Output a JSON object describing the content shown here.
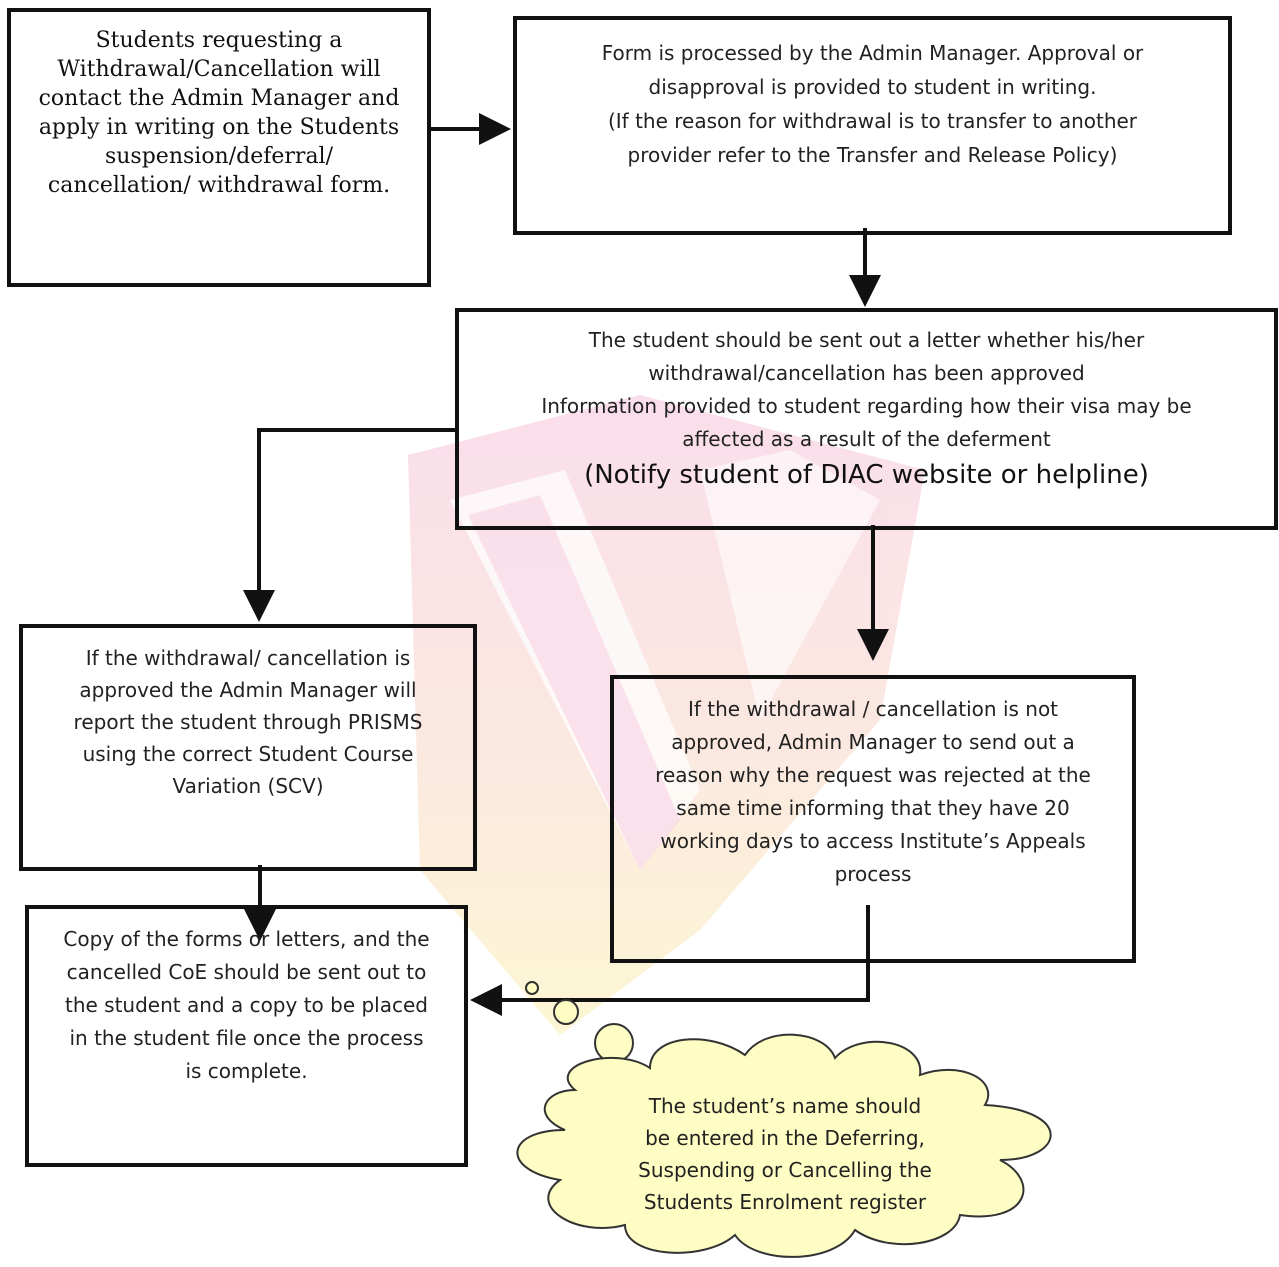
{
  "steps": {
    "request": {
      "lines": [
        "Students requesting a",
        "Withdrawal/Cancellation will",
        "contact the Admin Manager and",
        "apply in writing on the Students",
        "suspension/deferral/",
        "cancellation/ withdrawal form."
      ]
    },
    "processing": {
      "lines": [
        "Form is processed by the Admin Manager. Approval or",
        "disapproval is provided to student in writing.",
        "(If the reason for withdrawal is to transfer to another",
        "provider refer to the Transfer and Release Policy)"
      ]
    },
    "letter": {
      "lines": [
        "The student should be sent out a letter whether his/her",
        "withdrawal/cancellation has been approved",
        "Information provided to student regarding how their visa may be",
        "affected as a result of the deferment"
      ],
      "emphasis": "(Notify student of DIAC website or helpline)"
    },
    "approved": {
      "lines": [
        "If the withdrawal/ cancellation is",
        "approved the Admin Manager will",
        "report the student through PRISMS",
        "using the correct Student Course",
        "Variation (SCV)"
      ]
    },
    "not_approved": {
      "lines": [
        "If the withdrawal / cancellation is not",
        "approved, Admin Manager to send out a",
        "reason why the request was rejected at the",
        "same time informing that they have 20",
        "working days to access Institute’s Appeals",
        "process"
      ]
    },
    "copy": {
      "lines": [
        "Copy of the forms or letters, and the",
        "cancelled CoE should be sent out to",
        "the student and a copy to be placed",
        "in the student file once the process",
        "is complete."
      ]
    }
  },
  "note": {
    "lines": [
      "The student’s name should",
      "be entered in the Deferring,",
      "Suspending or Cancelling the",
      "Students Enrolment register"
    ]
  },
  "colors": {
    "box_border": "#111111",
    "arrow": "#111111",
    "cloud_fill": "#fdfdc4",
    "cloud_stroke": "#333333",
    "watermark_pink": "#f9c8de",
    "watermark_yellow": "#fbefa8"
  }
}
